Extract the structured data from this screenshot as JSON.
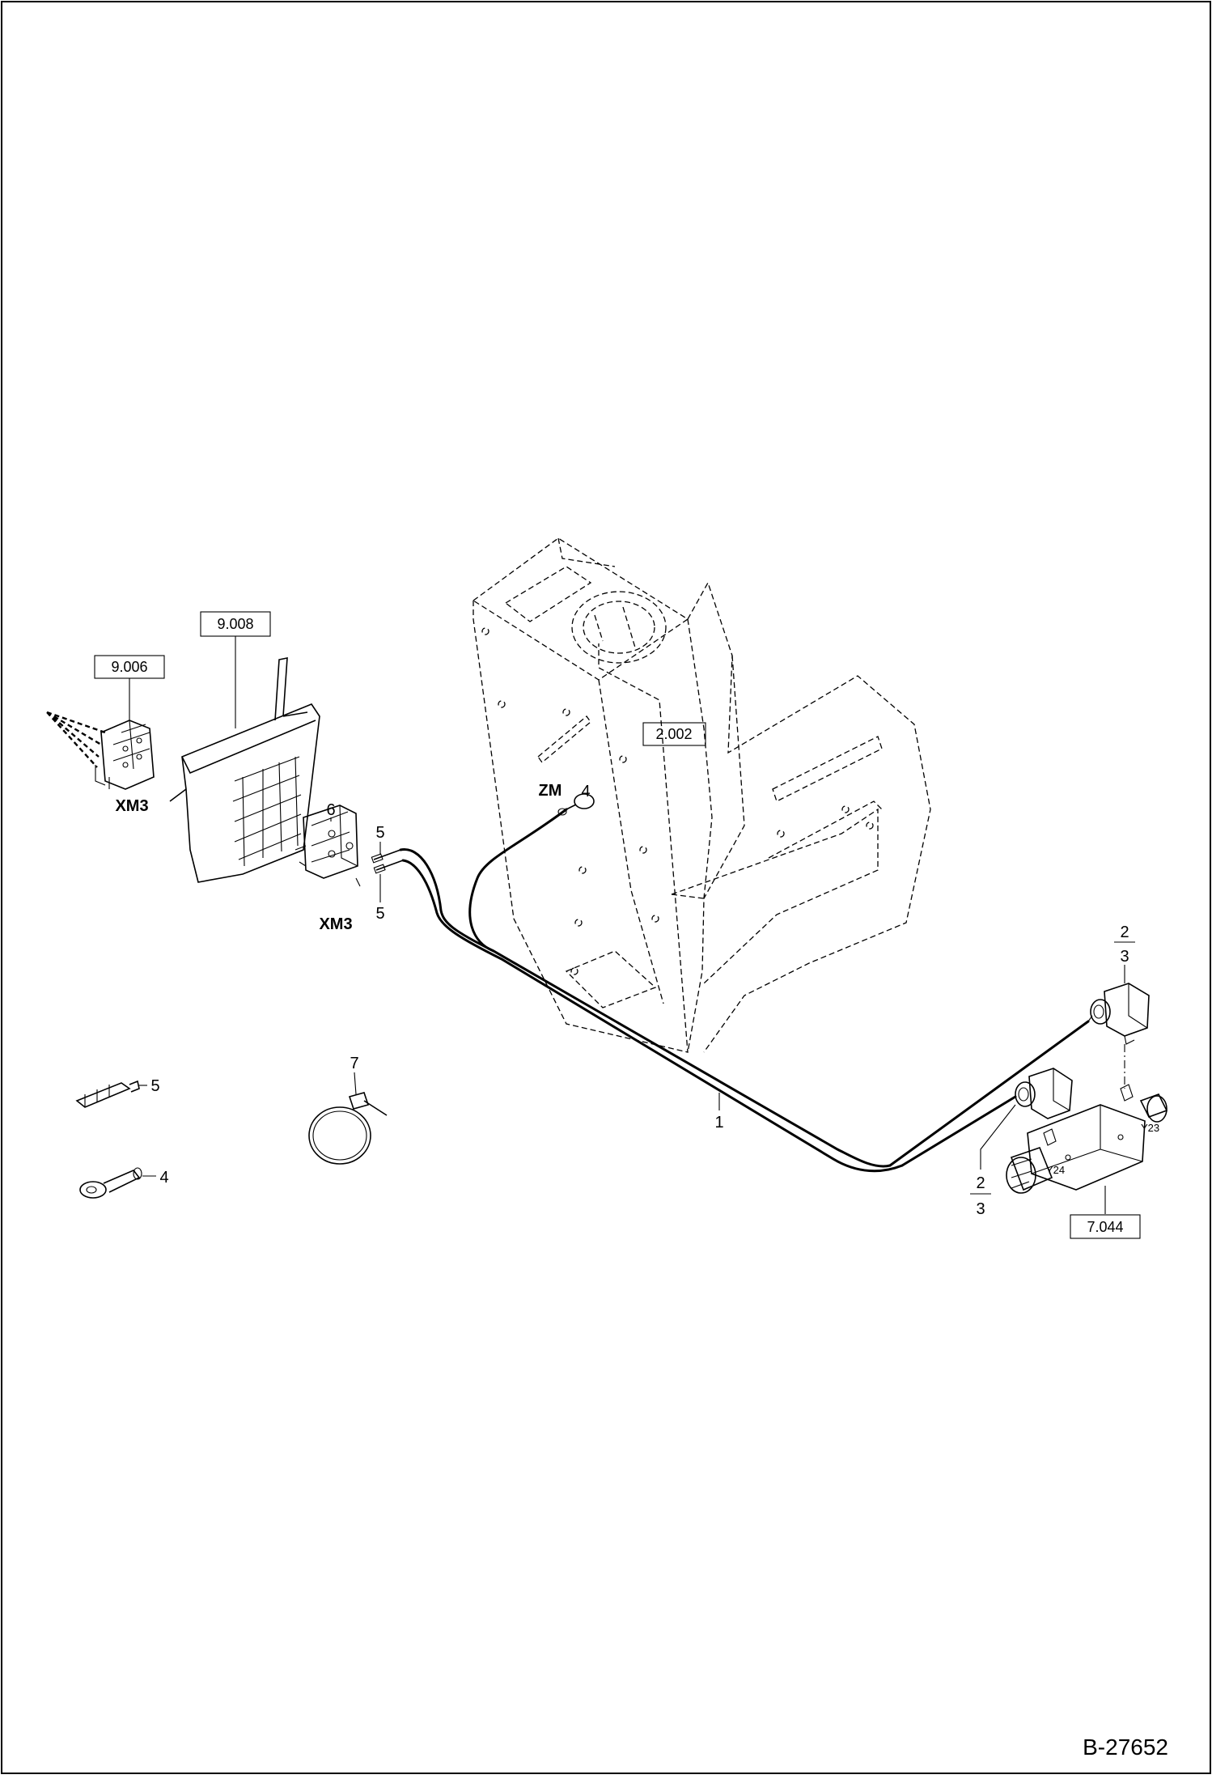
{
  "diagram": {
    "drawing_number": "B-27652",
    "reference_boxes": {
      "frame": "2.002",
      "control_panel": "9.008",
      "connector_block": "9.006",
      "valve": "7.044"
    },
    "connector_labels": {
      "xm3_upper": "XM3",
      "xm3_lower": "XM3",
      "ground": "ZM"
    },
    "solenoid_labels": {
      "y23": "Y23",
      "y24": "Y24"
    },
    "item_numbers": {
      "cable": "1",
      "plug_upper_top": "2",
      "plug_upper_bottom": "3",
      "plug_lower_top": "2",
      "plug_lower_bottom": "3",
      "ring_terminal_ground": "4",
      "ring_terminal_loose": "4",
      "pin_upper": "5",
      "pin_lower": "5",
      "pin_loose": "5",
      "connector_housing": "6",
      "cable_tie": "7"
    }
  }
}
